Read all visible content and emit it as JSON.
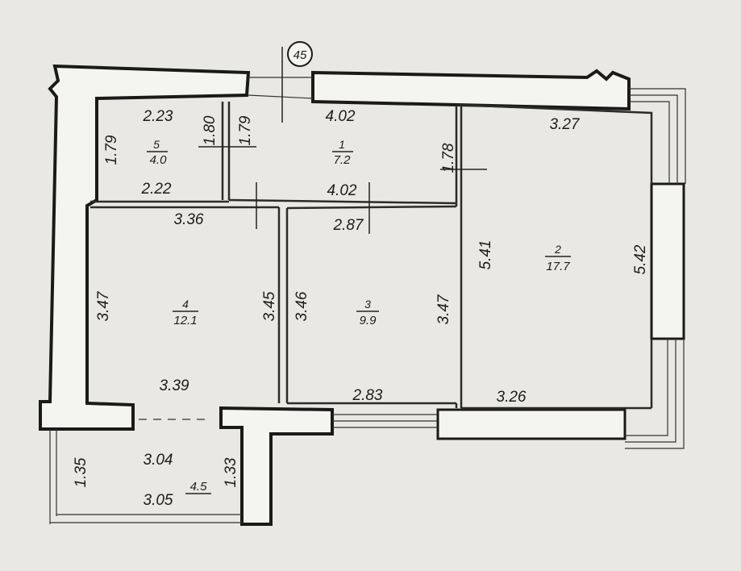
{
  "axis_marker": "45",
  "rooms": [
    {
      "id": "room-5",
      "number": "5",
      "area": "4.0"
    },
    {
      "id": "room-1",
      "number": "1",
      "area": "7.2"
    },
    {
      "id": "room-2",
      "number": "2",
      "area": "17.7"
    },
    {
      "id": "room-4",
      "number": "4",
      "area": "12.1"
    },
    {
      "id": "room-3",
      "number": "3",
      "area": "9.9"
    },
    {
      "id": "balcony",
      "number": "",
      "area": "4.5"
    }
  ],
  "dimensions": {
    "room5_top": "2.23",
    "room5_bottom": "2.22",
    "room5_left": "1.79",
    "room5_right": "1.80",
    "room1_left": "1.79",
    "room1_top": "4.02",
    "room1_bottom": "4.02",
    "room1_right": "1.78",
    "room2_top": "3.27",
    "room2_left": "5.41",
    "room2_right": "5.42",
    "room2_bottom": "3.26",
    "room4_top": "3.36",
    "room4_left": "3.47",
    "room4_right": "3.45",
    "room4_bottom": "3.39",
    "room3_top": "2.87",
    "room3_left": "3.46",
    "room3_right": "3.47",
    "room3_bottom": "2.83",
    "balcony_top": "3.04",
    "balcony_bottom": "3.05",
    "balcony_left": "1.35",
    "balcony_right": "1.33"
  }
}
